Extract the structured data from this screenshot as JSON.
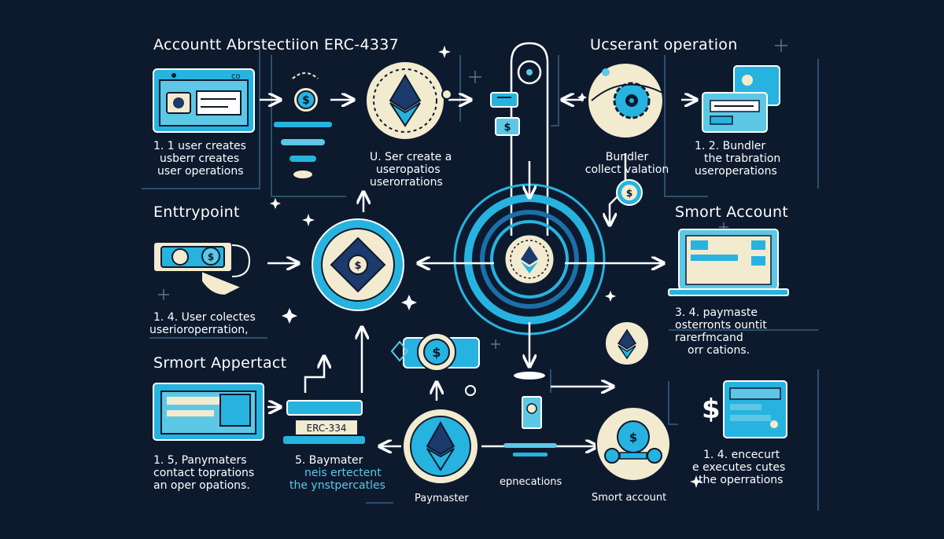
{
  "headings": {
    "title": "Accountt  Abrstectiion   ERC-4337",
    "user_operation": "Ucserant operation",
    "entrypoint": "Enttrypoint",
    "smart_account": "Smort Account",
    "smart_appertact": "Srmort Appertact"
  },
  "captions": {
    "step_1_1": [
      "1. 1 user creates",
      "usberr creates",
      "user operations"
    ],
    "step_u_ser": [
      "U. Ser create a",
      "useropatios",
      "userorrations"
    ],
    "bundler": [
      "Bundler",
      "collect valation"
    ],
    "step_1_2": [
      "1. 2. Bundler",
      "the trabration",
      "useroperations"
    ],
    "step_1_4_user": [
      "1. 4. User colectes",
      "userioroperration,"
    ],
    "step_3_4": [
      "3. 4. paymaste",
      "osterronts ountit",
      "rarerfmcand",
      "orr cations."
    ],
    "step_1_5": [
      "1. 5, Panymaters",
      "contact toprations",
      "an oper opations."
    ],
    "step_5": [
      "5. Baymater",
      "neis ertectent",
      "the ynstpercatles"
    ],
    "paymaster": "Paymaster",
    "epnecations": "epnecations",
    "smort_account_bottom": "Smort account",
    "step_1_4_exec": [
      "1. 4. encecurt",
      "e executes cutes",
      "the operrations"
    ]
  },
  "labels": {
    "erc_box": "ERC-334",
    "window_tag": "co"
  },
  "icons": {
    "dollar_glyph": "$",
    "gear_glyph": "⚙"
  },
  "colors": {
    "background": "#0d1a2e",
    "cyan": "#27b3e0",
    "light_cyan": "#5cc8e6",
    "cream": "#f3ebcf",
    "navy": "#1c3a6b",
    "white": "#ffffff"
  }
}
